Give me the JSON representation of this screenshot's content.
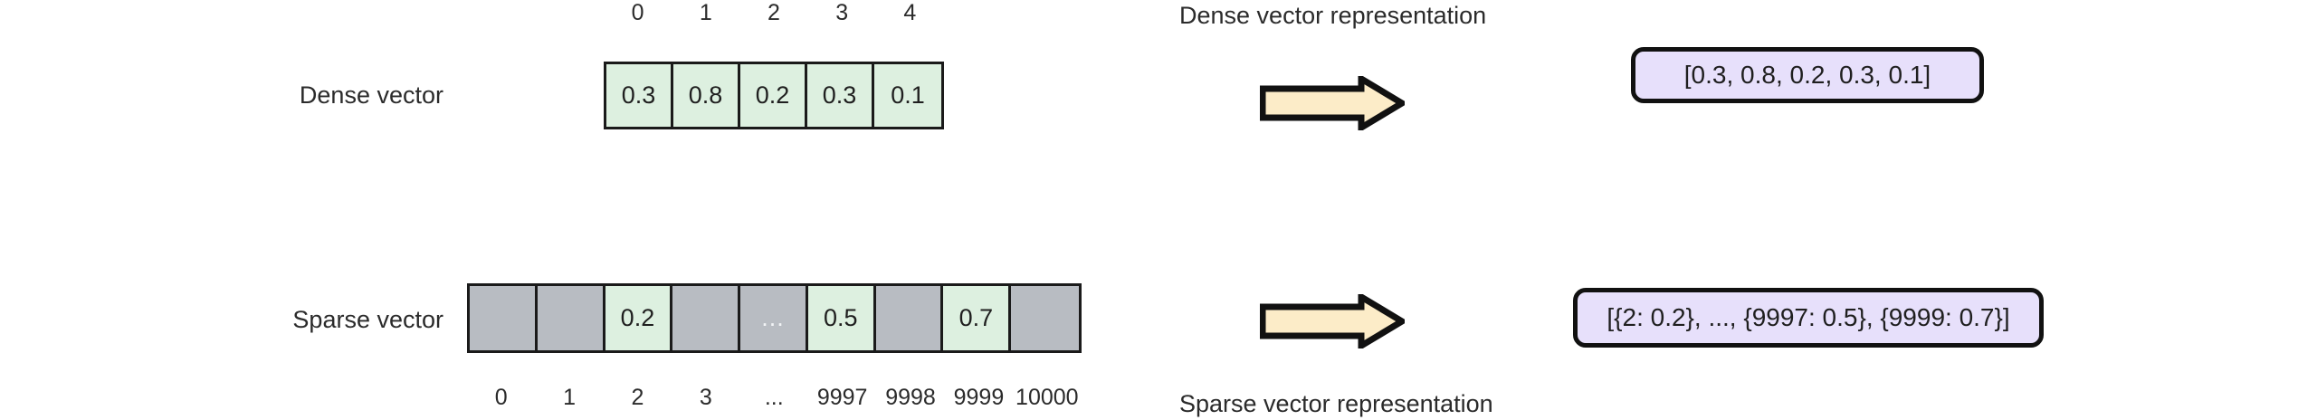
{
  "diagram": {
    "background_color": "#ffffff",
    "colors": {
      "filled_cell": "#ddf0e0",
      "empty_cell": "#b8bcc2",
      "capsule_fill": "#e7e0fb",
      "arrow_fill": "#fcecc8",
      "outline": "#111111",
      "text": "#231f20"
    }
  },
  "dense": {
    "row_label": "Dense vector",
    "caption": "Dense vector representation",
    "indices": [
      "0",
      "1",
      "2",
      "3",
      "4"
    ],
    "cells": [
      {
        "value": "0.3",
        "state": "filled"
      },
      {
        "value": "0.8",
        "state": "filled"
      },
      {
        "value": "0.2",
        "state": "filled"
      },
      {
        "value": "0.3",
        "state": "filled"
      },
      {
        "value": "0.1",
        "state": "filled"
      }
    ],
    "representation": "[0.3, 0.8, 0.2, 0.3, 0.1]"
  },
  "sparse": {
    "row_label": "Sparse vector",
    "caption": "Sparse vector representation",
    "indices": [
      "0",
      "1",
      "2",
      "3",
      "...",
      "9997",
      "9998",
      "9999",
      "10000"
    ],
    "cells": [
      {
        "value": "",
        "state": "empty"
      },
      {
        "value": "",
        "state": "empty"
      },
      {
        "value": "0.2",
        "state": "filled"
      },
      {
        "value": "",
        "state": "empty"
      },
      {
        "value": "...",
        "state": "ellipsis"
      },
      {
        "value": "0.5",
        "state": "filled"
      },
      {
        "value": "",
        "state": "empty"
      },
      {
        "value": "0.7",
        "state": "filled"
      },
      {
        "value": "",
        "state": "empty"
      }
    ],
    "representation": "[{2: 0.2}, ..., {9997: 0.5}, {9999: 0.7}]"
  }
}
